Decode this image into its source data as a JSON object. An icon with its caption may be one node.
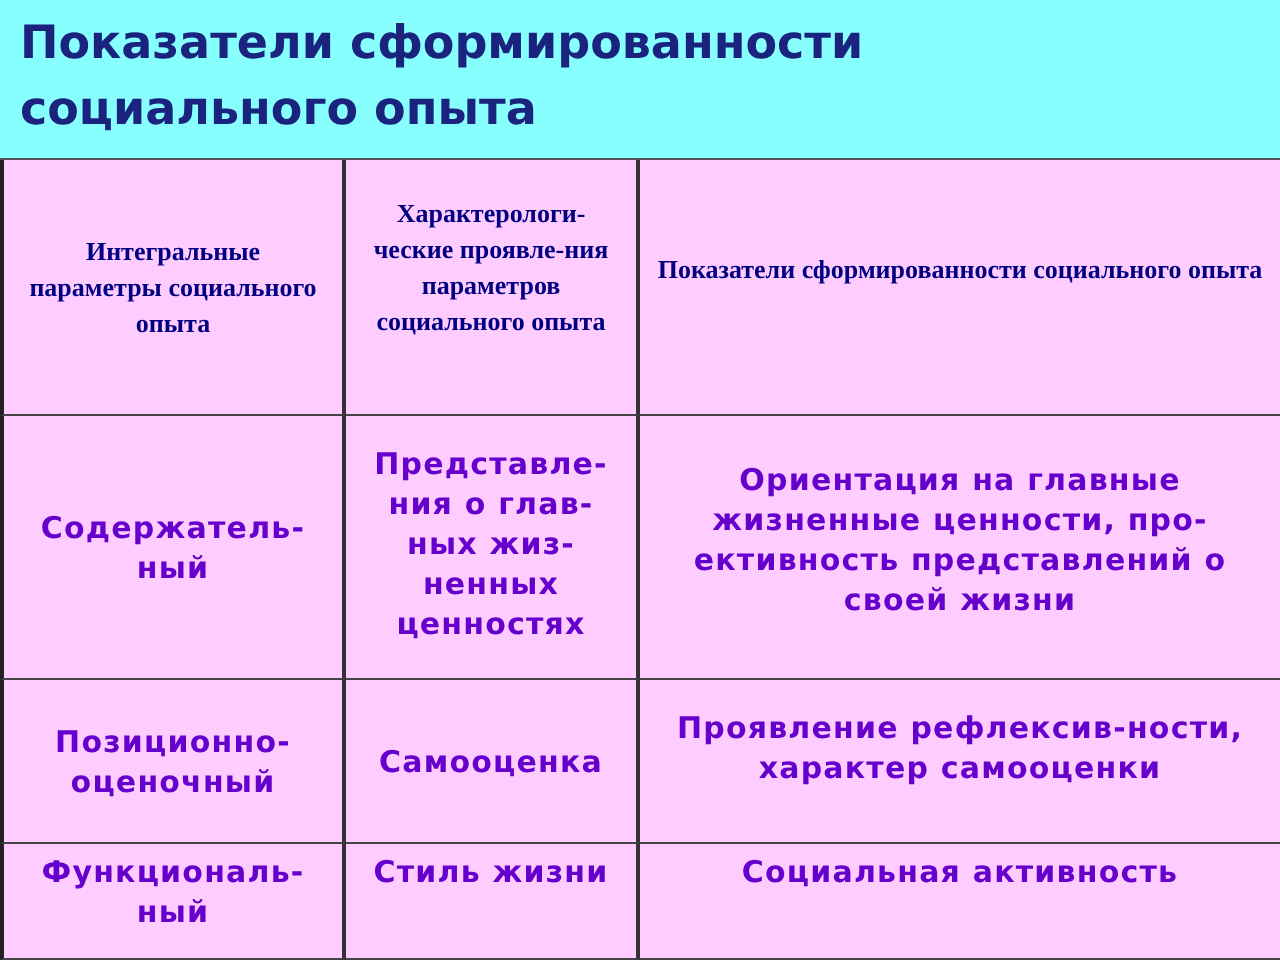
{
  "diagram": {
    "title": "Показатели сформированности социального опыта",
    "labels": [
      "Интегральные параметры социального опыта",
      "Характерологи-ческие проявле-ния параметров социального опыта",
      "Показатели сформированности социального опыта",
      "Содержатель-ный",
      "Представле-ния о глав-ных жиз-ненных ценностях",
      "Ориентация на главные жизненные ценности, про-ективность представлений о своей жизни",
      "Позиционно-оценочный",
      "Самооценка",
      "Проявление рефлексив-ности, характер самооценки",
      "Функциональ-ный",
      "Стиль жизни",
      "Социальная активность"
    ]
  }
}
